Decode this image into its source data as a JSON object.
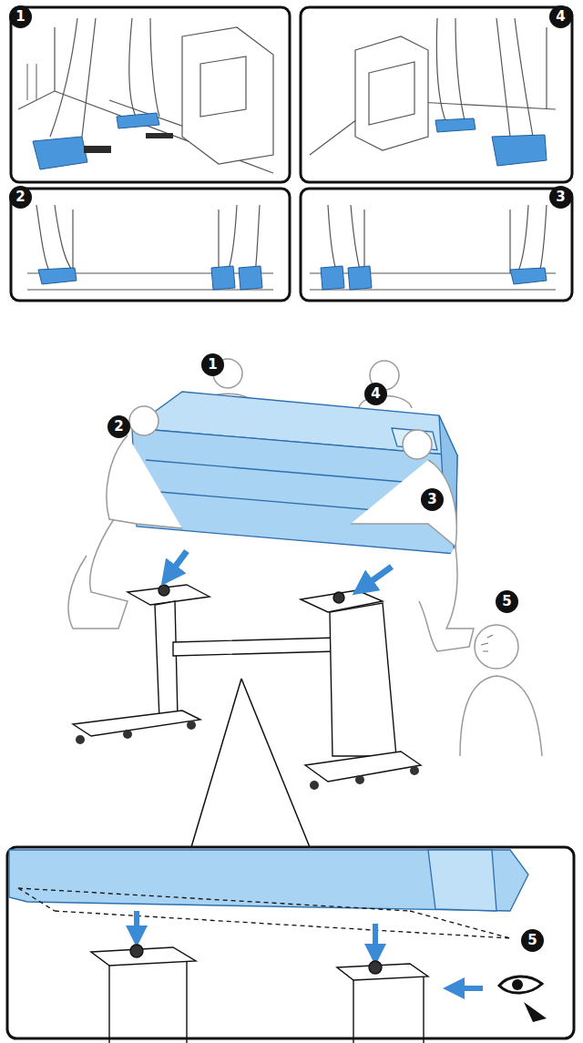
{
  "diagram": {
    "labels": [
      "1",
      "4",
      "2",
      "3",
      "1",
      "4",
      "2",
      "3",
      "5",
      "5"
    ]
  }
}
